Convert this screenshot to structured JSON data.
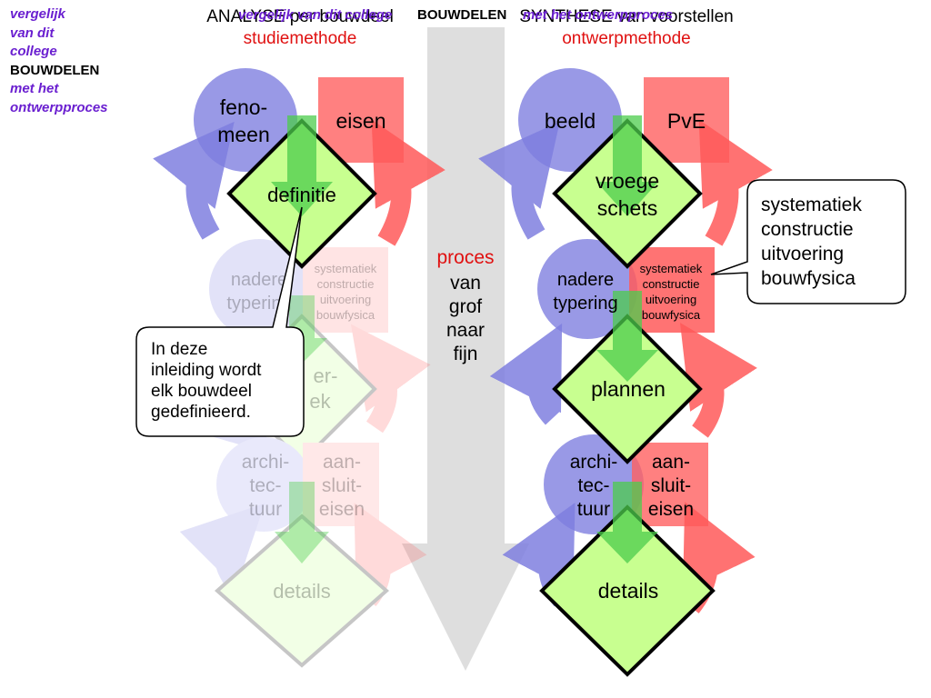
{
  "sidebar": {
    "line1": "vergelijk",
    "line2": "van dit",
    "line3": "college",
    "line4": "BOUWDELEN",
    "line5": "met het",
    "line6": "ontwerpproces"
  },
  "header": {
    "overlay_purple_1": "vergelijk van dit college",
    "overlay_black": "BOUWDELEN",
    "overlay_purple_2": "met het ontwerpproces",
    "left_title": "ANALYSE per bouwdeel",
    "left_subtitle": "studiemethode",
    "right_title": "SYNTHESE van voorstellen",
    "right_subtitle": "ontwerpmethode"
  },
  "left_column": {
    "fenomeen": [
      "feno-",
      "meen"
    ],
    "eisen": "eisen",
    "definitie": "definitie",
    "nadere_typering": [
      "nadere",
      "typering"
    ],
    "systematiek": [
      "systematiek",
      "constructie",
      "uitvoering",
      "bouwfysica"
    ],
    "plannen_partial": [
      "er-",
      "ek"
    ],
    "architectuur": [
      "archi-",
      "tec-",
      "tuur"
    ],
    "aansluiteisen": [
      "aan-",
      "sluit-",
      "eisen"
    ],
    "details": "details"
  },
  "center": {
    "proces": "proces",
    "rest": [
      "van",
      "grof",
      "naar",
      "fijn"
    ]
  },
  "right_column": {
    "beeld": "beeld",
    "pve": "PvE",
    "vroege_schets": [
      "vroege",
      "schets"
    ],
    "nadere_typering": [
      "nadere",
      "typering"
    ],
    "systematiek": [
      "systematiek",
      "constructie",
      "uitvoering",
      "bouwfysica"
    ],
    "plannen": "plannen",
    "architectuur": [
      "archi-",
      "tec-",
      "tuur"
    ],
    "aansluiteisen": [
      "aan-",
      "sluit-",
      "eisen"
    ],
    "details": "details"
  },
  "callouts": {
    "left": [
      "In deze",
      "inleiding wordt",
      "elk bouwdeel",
      "gedefinieerd."
    ],
    "right": [
      "systematiek",
      "constructie",
      "uitvoering",
      "bouwfysica"
    ]
  },
  "colors": {
    "purple_text": "#6a1fd0",
    "red_text": "#e01010",
    "circle_blue": "#7f7fe0",
    "square_red": "#ff6060",
    "diamond_green": "#c8ff90",
    "arrow_green": "#4ccc4c",
    "process_arrow": "#d8d8d8"
  }
}
